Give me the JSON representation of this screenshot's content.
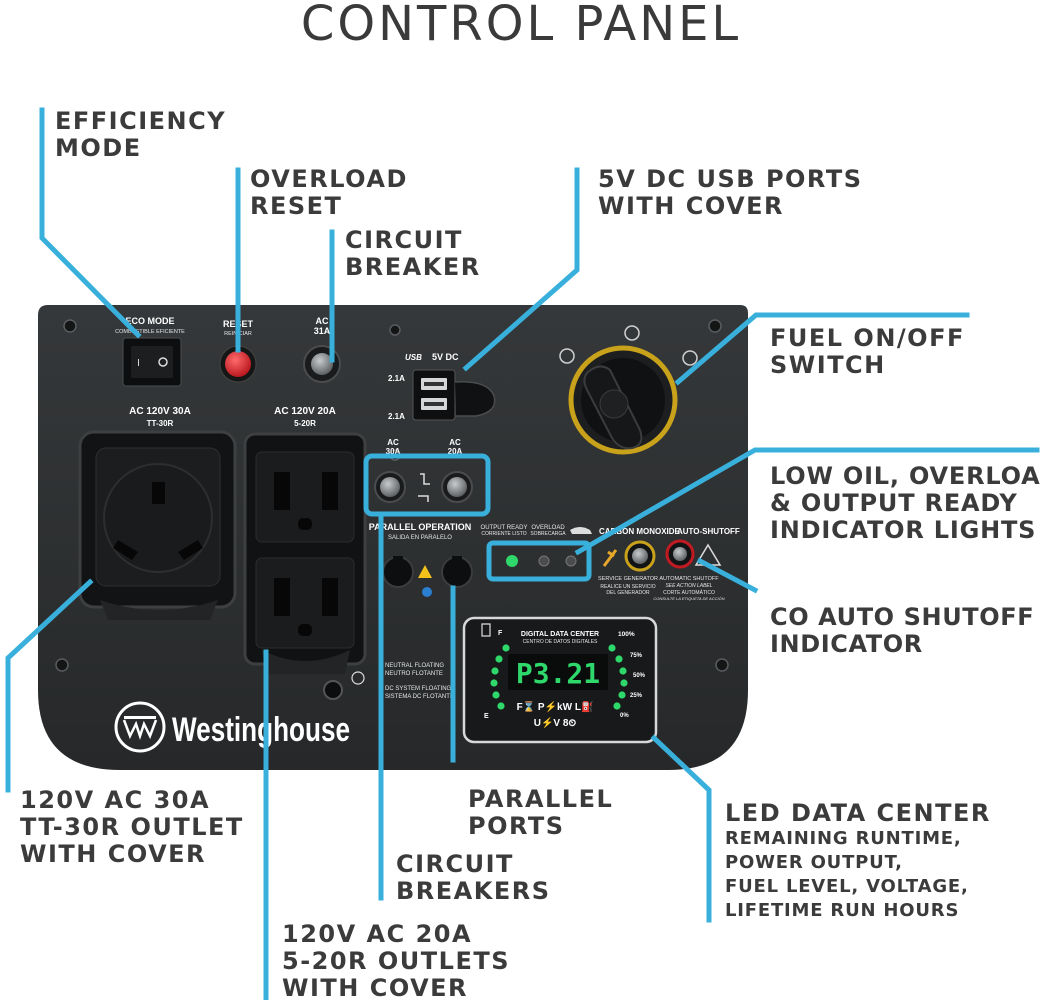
{
  "page": {
    "title": "CONTROL PANEL"
  },
  "colors": {
    "leader": "#39b0dc",
    "panel": "#2d2f30",
    "text": "#3b3b3b",
    "indicator": "#2fd86a",
    "knob_ring": "#c9a21c"
  },
  "callouts": {
    "efficiency_mode": [
      "EFFICIENCY",
      "MODE"
    ],
    "overload_reset": [
      "OVERLOAD",
      "RESET"
    ],
    "circuit_breaker": [
      "CIRCUIT",
      "BREAKER"
    ],
    "usb_ports": [
      "5V DC USB PORTS",
      "WITH COVER"
    ],
    "fuel_switch": [
      "FUEL ON/OFF",
      "SWITCH"
    ],
    "indicator_lights": [
      "LOW OIL, OVERLOAD",
      "& OUTPUT READY",
      "INDICATOR LIGHTS"
    ],
    "co_shutoff": [
      "CO AUTO SHUTOFF",
      "INDICATOR"
    ],
    "outlet_30a": [
      "120V AC 30A",
      "TT-30R OUTLET",
      "WITH COVER"
    ],
    "parallel_ports": [
      "PARALLEL",
      "PORTS"
    ],
    "led_data_center": {
      "title": "LED DATA CENTER",
      "lines": [
        "REMAINING RUNTIME,",
        "POWER OUTPUT,",
        "FUEL LEVEL, VOLTAGE,",
        "LIFETIME RUN HOURS"
      ]
    },
    "circuit_breakers": [
      "CIRCUIT",
      "BREAKERS"
    ],
    "outlets_20a": [
      "120V AC 20A",
      "5-20R OUTLETS",
      "WITH COVER"
    ]
  },
  "panel_labels": {
    "eco_mode": "ECO MODE",
    "eco_mode_sub": "COMBUSTIBLE EFICIENTE",
    "reset": "RESET",
    "reset_sub": "REINICIAR",
    "ac_breaker": "AC",
    "ac_breaker_amps": "31A",
    "usb": "USB",
    "usb_5v": "5V DC",
    "usb_amp_1": "2.1A",
    "usb_amp_2": "2.1A",
    "outlet_30a": "AC 120V 30A",
    "outlet_30a_sub": "TT-30R",
    "outlet_20a": "AC 120V 20A",
    "outlet_20a_sub": "5-20R",
    "ac_left": "AC",
    "ac_left_amps": "30A",
    "ac_right": "AC",
    "ac_right_amps": "20A",
    "parallel": "PARALLEL OPERATION",
    "parallel_sub": "SALIDA EN PARALELO",
    "output_ready": "OUTPUT READY",
    "output_ready_sub": "CORRIENTE LISTO",
    "overload": "OVERLOAD",
    "overload_sub": "SOBRECARGA",
    "carbon_monoxide": "CARBON MONOXIDE",
    "auto_shutoff": "AUTO-SHUTOFF",
    "service_generator": "SERVICE GENERATOR",
    "service_generator_sub_1": "REALICE UN SERVICIO",
    "service_generator_sub_2": "DEL GENERADOR",
    "automatic_shutoff": "AUTOMATIC SHUTOFF",
    "automatic_shutoff_sub_1": "SEE ACTION LABEL",
    "automatic_shutoff_sub_2": "CORTE AUTOMÁTICO",
    "automatic_shutoff_sub_3": "CONSULTE LA ETIQUETA DE ACCIÓN",
    "neutral_1": "NEUTRAL FLOATING",
    "neutral_2": "NEUTRO FLOTANTE",
    "dc_system_1": "DC SYSTEM FLOATING",
    "dc_system_2": "SISTEMA DC FLOTANTE",
    "brand": "Westinghouse"
  },
  "data_center": {
    "title": "DIGITAL DATA CENTER",
    "subtitle": "CENTRO DE DATOS DIGITALES",
    "display": "P3.21",
    "fuel_full": "F",
    "fuel_empty": "E",
    "load_100": "100%",
    "load_75": "75%",
    "load_50": "50%",
    "load_25": "25%",
    "load_0": "0%",
    "mode_row_1": "F⌛  P⚡kW  L⛽",
    "mode_row_2": "U⚡V  8⏲"
  }
}
